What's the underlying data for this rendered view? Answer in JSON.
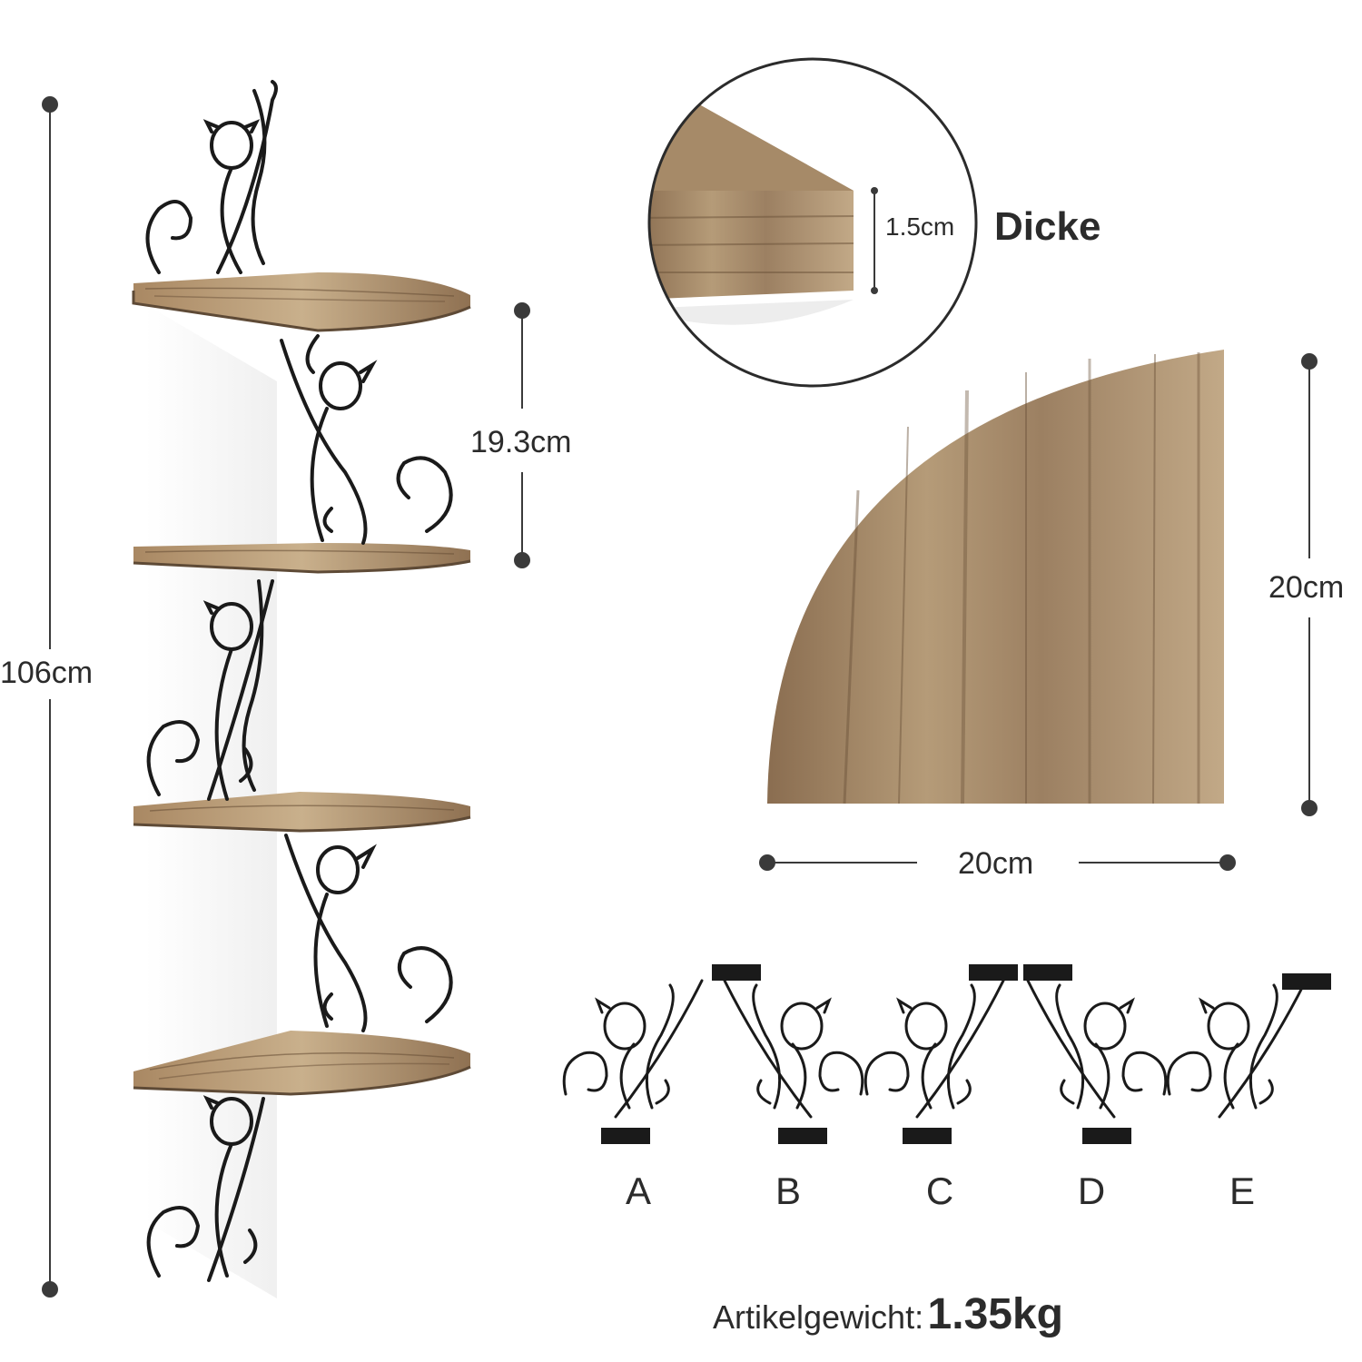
{
  "dimensions": {
    "total_height": "106cm",
    "shelf_spacing": "19.3cm",
    "thickness": "1.5cm",
    "thickness_label": "Dicke",
    "depth": "20cm",
    "width": "20cm"
  },
  "variants": [
    "A",
    "B",
    "C",
    "D",
    "E"
  ],
  "weight": {
    "label": "Artikelgewicht:",
    "value": "1.35kg"
  },
  "colors": {
    "wood_light": "#b89a72",
    "wood_dark": "#7a6046",
    "metal": "#1a1a1a",
    "dimension_line": "#3a3a3a"
  }
}
